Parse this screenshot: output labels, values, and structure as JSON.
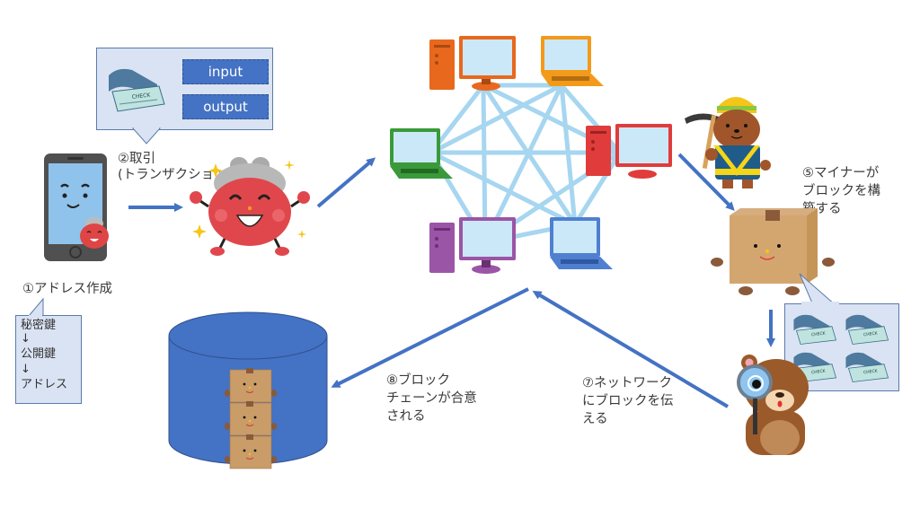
{
  "steps": {
    "s1": {
      "label": "①アドレス作成"
    },
    "s2": {
      "label": "②取引\n(トランザクション)"
    },
    "s5": {
      "label": "⑤マイナーが\nブロックを構\n築する"
    },
    "s7": {
      "label": "⑦ネットワーク\nにブロックを伝\nえる"
    },
    "s8": {
      "label": "⑧ブロック\nチェーンが合意\nされる"
    }
  },
  "key_callout": {
    "lines": [
      "秘密鍵",
      "↓",
      "公開鍵",
      "↓",
      "アドレス"
    ]
  },
  "transaction_callout": {
    "input_label": "input",
    "output_label": "output",
    "check_text": "CHECK"
  },
  "block_callout": {
    "check_count": 4,
    "check_text": "CHECK"
  },
  "network": {
    "nodes": [
      {
        "name": "desktop-orange",
        "type": "desktop",
        "color": "#e8681e"
      },
      {
        "name": "laptop-yellow-orange",
        "type": "laptop",
        "color": "#f39a1b"
      },
      {
        "name": "desktop-red",
        "type": "desktop",
        "color": "#e03c3c"
      },
      {
        "name": "laptop-blue",
        "type": "laptop",
        "color": "#4f7fd0"
      },
      {
        "name": "desktop-purple",
        "type": "desktop",
        "color": "#9b55a6"
      },
      {
        "name": "laptop-green",
        "type": "laptop",
        "color": "#3a9a3a"
      }
    ],
    "link_color": "#a6d6f0"
  },
  "colors": {
    "arrow": "#4472c4",
    "callout_fill": "#dae3f3",
    "callout_border": "#5b7aab",
    "database": "#4472c4"
  },
  "blockchain": {
    "stacked_blocks": 3
  }
}
